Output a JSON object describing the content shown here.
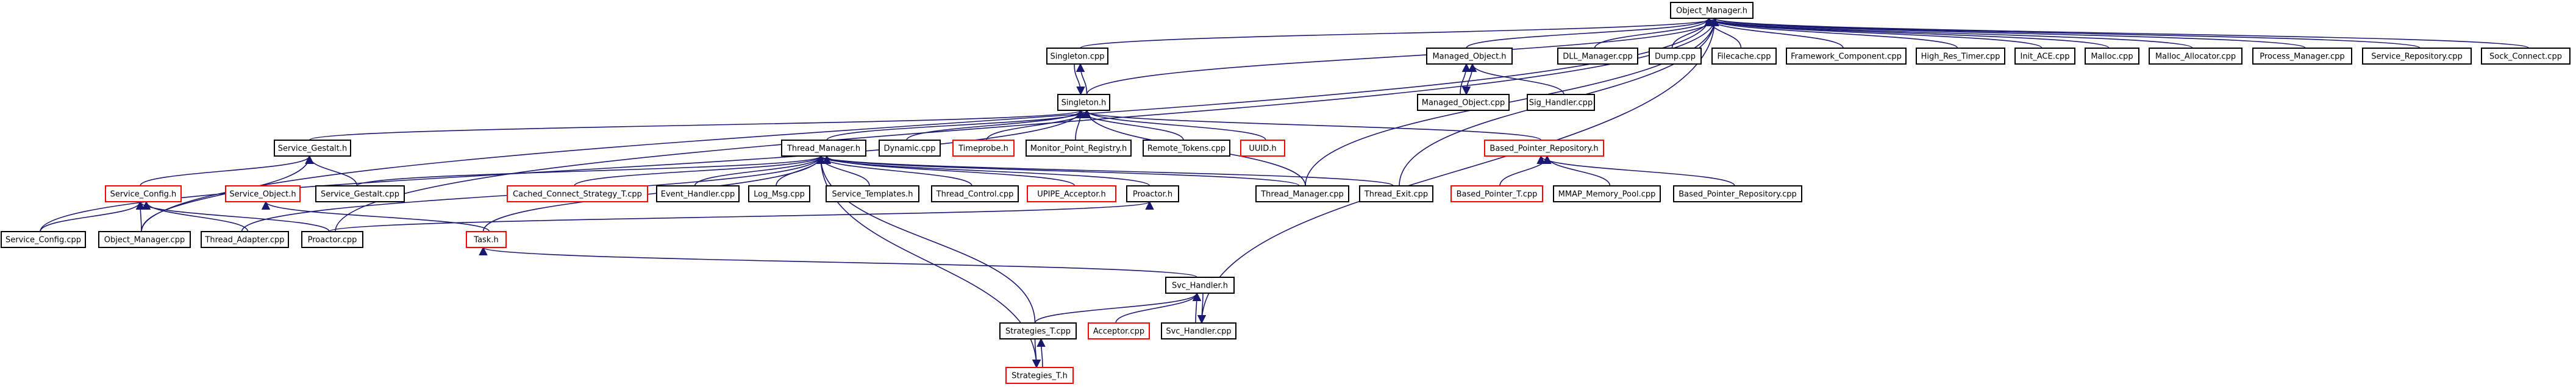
{
  "colors": {
    "background": "#ffffff",
    "edge": "#191970",
    "node_border": "#000000",
    "node_border_incomplete": "#ff0000",
    "root_fill": "#bfbfbf",
    "text": "#000000"
  },
  "nodes": [
    {
      "id": "object-manager-h",
      "label": "Object_Manager.h",
      "root": true
    },
    {
      "id": "singleton-cpp",
      "label": "Singleton.cpp"
    },
    {
      "id": "managed-object-h",
      "label": "Managed_Object.h"
    },
    {
      "id": "dll-manager-cpp",
      "label": "DLL_Manager.cpp"
    },
    {
      "id": "dump-cpp",
      "label": "Dump.cpp"
    },
    {
      "id": "filecache-cpp",
      "label": "Filecache.cpp"
    },
    {
      "id": "framework-component-cpp",
      "label": "Framework_Component.cpp"
    },
    {
      "id": "high-res-timer-cpp",
      "label": "High_Res_Timer.cpp"
    },
    {
      "id": "init-ace-cpp",
      "label": "Init_ACE.cpp"
    },
    {
      "id": "malloc-cpp",
      "label": "Malloc.cpp"
    },
    {
      "id": "malloc-allocator-cpp",
      "label": "Malloc_Allocator.cpp"
    },
    {
      "id": "process-manager-cpp",
      "label": "Process_Manager.cpp"
    },
    {
      "id": "service-repository-cpp",
      "label": "Service_Repository.cpp"
    },
    {
      "id": "sock-connect-cpp",
      "label": "Sock_Connect.cpp"
    },
    {
      "id": "managed-object-cpp",
      "label": "Managed_Object.cpp"
    },
    {
      "id": "sig-handler-cpp",
      "label": "Sig_Handler.cpp"
    },
    {
      "id": "singleton-h",
      "label": "Singleton.h"
    },
    {
      "id": "service-gestalt-h",
      "label": "Service_Gestalt.h"
    },
    {
      "id": "thread-manager-h",
      "label": "Thread_Manager.h"
    },
    {
      "id": "dynamic-cpp",
      "label": "Dynamic.cpp"
    },
    {
      "id": "timeprobe-h",
      "label": "Timeprobe.h",
      "incomplete": true
    },
    {
      "id": "monitor-point-registry-h",
      "label": "Monitor_Point_Registry.h"
    },
    {
      "id": "remote-tokens-cpp",
      "label": "Remote_Tokens.cpp"
    },
    {
      "id": "uuid-h",
      "label": "UUID.h",
      "incomplete": true
    },
    {
      "id": "based-pointer-repository-h",
      "label": "Based_Pointer_Repository.h",
      "incomplete": true
    },
    {
      "id": "service-config-h",
      "label": "Service_Config.h",
      "incomplete": true
    },
    {
      "id": "service-object-h",
      "label": "Service_Object.h",
      "incomplete": true
    },
    {
      "id": "service-gestalt-cpp",
      "label": "Service_Gestalt.cpp"
    },
    {
      "id": "cached-connect-strategy-t-cpp",
      "label": "Cached_Connect_Strategy_T.cpp",
      "incomplete": true
    },
    {
      "id": "event-handler-cpp",
      "label": "Event_Handler.cpp"
    },
    {
      "id": "log-msg-cpp",
      "label": "Log_Msg.cpp"
    },
    {
      "id": "service-templates-h",
      "label": "Service_Templates.h"
    },
    {
      "id": "thread-control-cpp",
      "label": "Thread_Control.cpp"
    },
    {
      "id": "upipe-acceptor-h",
      "label": "UPIPE_Acceptor.h",
      "incomplete": true
    },
    {
      "id": "proactor-h",
      "label": "Proactor.h"
    },
    {
      "id": "thread-manager-cpp",
      "label": "Thread_Manager.cpp"
    },
    {
      "id": "thread-exit-cpp",
      "label": "Thread_Exit.cpp"
    },
    {
      "id": "based-pointer-t-cpp",
      "label": "Based_Pointer_T.cpp",
      "incomplete": true
    },
    {
      "id": "mmap-memory-pool-cpp",
      "label": "MMAP_Memory_Pool.cpp"
    },
    {
      "id": "based-pointer-repository-cpp",
      "label": "Based_Pointer_Repository.cpp"
    },
    {
      "id": "service-config-cpp",
      "label": "Service_Config.cpp"
    },
    {
      "id": "object-manager-cpp",
      "label": "Object_Manager.cpp"
    },
    {
      "id": "thread-adapter-cpp",
      "label": "Thread_Adapter.cpp"
    },
    {
      "id": "proactor-cpp",
      "label": "Proactor.cpp"
    },
    {
      "id": "task-h",
      "label": "Task.h",
      "incomplete": true
    },
    {
      "id": "svc-handler-h",
      "label": "Svc_Handler.h"
    },
    {
      "id": "strategies-t-cpp",
      "label": "Strategies_T.cpp"
    },
    {
      "id": "acceptor-cpp",
      "label": "Acceptor.cpp",
      "incomplete": true
    },
    {
      "id": "svc-handler-cpp",
      "label": "Svc_Handler.cpp"
    },
    {
      "id": "strategies-t-h",
      "label": "Strategies_T.h",
      "incomplete": true
    }
  ],
  "edges": [
    [
      "object-manager-h",
      "singleton-cpp"
    ],
    [
      "object-manager-h",
      "managed-object-h"
    ],
    [
      "object-manager-h",
      "dll-manager-cpp"
    ],
    [
      "object-manager-h",
      "dump-cpp"
    ],
    [
      "object-manager-h",
      "filecache-cpp"
    ],
    [
      "object-manager-h",
      "framework-component-cpp"
    ],
    [
      "object-manager-h",
      "high-res-timer-cpp"
    ],
    [
      "object-manager-h",
      "init-ace-cpp"
    ],
    [
      "object-manager-h",
      "malloc-cpp"
    ],
    [
      "object-manager-h",
      "malloc-allocator-cpp"
    ],
    [
      "object-manager-h",
      "process-manager-cpp"
    ],
    [
      "object-manager-h",
      "service-repository-cpp"
    ],
    [
      "object-manager-h",
      "sock-connect-cpp"
    ],
    [
      "object-manager-h",
      "singleton-h"
    ],
    [
      "object-manager-h",
      "thread-manager-cpp"
    ],
    [
      "object-manager-h",
      "object-manager-cpp"
    ],
    [
      "object-manager-h",
      "proactor-cpp"
    ],
    [
      "object-manager-h",
      "svc-handler-cpp"
    ],
    [
      "object-manager-h",
      "thread-exit-cpp"
    ],
    [
      "singleton-cpp",
      "singleton-h"
    ],
    [
      "singleton-h",
      "singleton-cpp"
    ],
    [
      "managed-object-h",
      "managed-object-cpp"
    ],
    [
      "managed-object-cpp",
      "managed-object-h"
    ],
    [
      "managed-object-h",
      "sig-handler-cpp"
    ],
    [
      "singleton-h",
      "service-gestalt-h"
    ],
    [
      "singleton-h",
      "thread-manager-h"
    ],
    [
      "singleton-h",
      "dynamic-cpp"
    ],
    [
      "singleton-h",
      "timeprobe-h"
    ],
    [
      "singleton-h",
      "monitor-point-registry-h"
    ],
    [
      "singleton-h",
      "remote-tokens-cpp"
    ],
    [
      "singleton-h",
      "uuid-h"
    ],
    [
      "singleton-h",
      "based-pointer-repository-h"
    ],
    [
      "singleton-h",
      "thread-manager-cpp"
    ],
    [
      "singleton-h",
      "service-config-cpp"
    ],
    [
      "service-gestalt-h",
      "service-config-h"
    ],
    [
      "service-gestalt-h",
      "service-gestalt-cpp"
    ],
    [
      "service-gestalt-h",
      "object-manager-cpp"
    ],
    [
      "thread-manager-h",
      "cached-connect-strategy-t-cpp"
    ],
    [
      "thread-manager-h",
      "event-handler-cpp"
    ],
    [
      "thread-manager-h",
      "log-msg-cpp"
    ],
    [
      "thread-manager-h",
      "service-templates-h"
    ],
    [
      "thread-manager-h",
      "thread-control-cpp"
    ],
    [
      "thread-manager-h",
      "upipe-acceptor-h"
    ],
    [
      "thread-manager-h",
      "proactor-h"
    ],
    [
      "thread-manager-h",
      "thread-manager-cpp"
    ],
    [
      "thread-manager-h",
      "thread-exit-cpp"
    ],
    [
      "thread-manager-h",
      "task-h"
    ],
    [
      "thread-manager-h",
      "service-gestalt-cpp"
    ],
    [
      "thread-manager-h",
      "thread-adapter-cpp"
    ],
    [
      "thread-manager-h",
      "strategies-t-cpp"
    ],
    [
      "thread-manager-h",
      "strategies-t-h"
    ],
    [
      "based-pointer-repository-h",
      "based-pointer-t-cpp"
    ],
    [
      "based-pointer-repository-h",
      "mmap-memory-pool-cpp"
    ],
    [
      "based-pointer-repository-h",
      "based-pointer-repository-cpp"
    ],
    [
      "service-config-h",
      "service-config-cpp"
    ],
    [
      "service-config-h",
      "object-manager-cpp"
    ],
    [
      "service-config-h",
      "thread-adapter-cpp"
    ],
    [
      "service-config-h",
      "proactor-cpp"
    ],
    [
      "service-object-h",
      "task-h"
    ],
    [
      "proactor-h",
      "proactor-cpp"
    ],
    [
      "task-h",
      "svc-handler-h"
    ],
    [
      "svc-handler-h",
      "strategies-t-cpp"
    ],
    [
      "svc-handler-h",
      "acceptor-cpp"
    ],
    [
      "svc-handler-h",
      "svc-handler-cpp"
    ],
    [
      "svc-handler-cpp",
      "svc-handler-h"
    ],
    [
      "strategies-t-cpp",
      "strategies-t-h"
    ],
    [
      "strategies-t-h",
      "strategies-t-cpp"
    ]
  ]
}
